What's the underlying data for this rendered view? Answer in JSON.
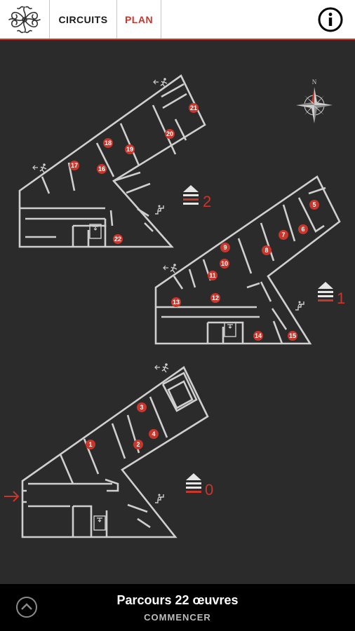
{
  "header": {
    "tabs": [
      {
        "label": "CIRCUITS",
        "active": false
      },
      {
        "label": "PLAN",
        "active": true
      }
    ]
  },
  "icons": {
    "logo": "ornament-logo-icon",
    "info": "info-icon",
    "compass": "compass-rose-icon",
    "floor_selector": "floor-stack-icon",
    "exit": "emergency-exit-icon",
    "stairs": "stairs-icon",
    "elevator": "elevator-icon",
    "entrance": "entrance-arrow-icon",
    "scroll_up": "chevron-up-icon"
  },
  "compass": {
    "north_label": "N"
  },
  "floors": [
    {
      "label": "2",
      "points": [
        "16",
        "17",
        "18",
        "19",
        "20",
        "21",
        "22"
      ]
    },
    {
      "label": "1",
      "points": [
        "5",
        "6",
        "7",
        "8",
        "9",
        "10",
        "11",
        "12",
        "13",
        "14",
        "15"
      ]
    },
    {
      "label": "0",
      "points": [
        "1",
        "2",
        "3",
        "4"
      ]
    }
  ],
  "footer": {
    "title": "Parcours 22 œuvres",
    "action_label": "COMMENCER"
  },
  "colors": {
    "accent": "#c8362c",
    "background": "#2b2b2b",
    "walls": "#cfcfcf",
    "footer": "#000000"
  }
}
